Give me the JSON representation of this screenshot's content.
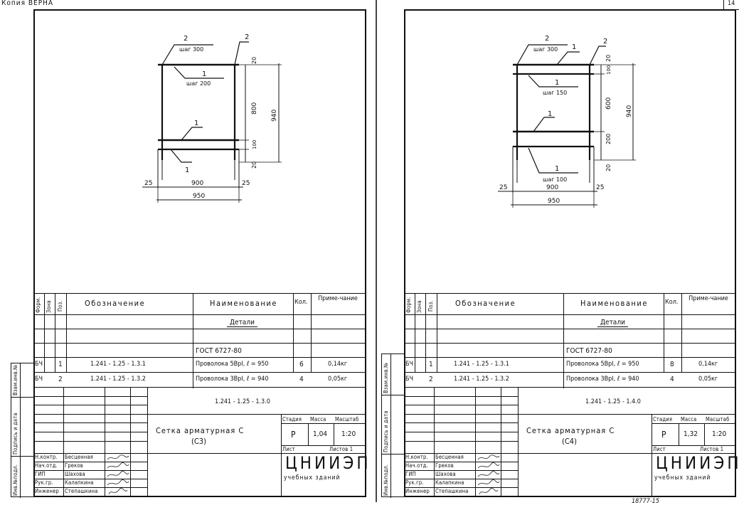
{
  "stamp": "Копия ВЕРНА",
  "page_number": "14",
  "sheets": [
    {
      "id": "c3",
      "drawing": {
        "labels": {
          "top_left_pos": "2",
          "top_left_step": "шаг 300",
          "top_right_pos": "2",
          "mid_pos": "1",
          "mid_step": "шаг 200",
          "lower_pos": "1",
          "bottom_pos": "1"
        },
        "dims": {
          "right_top": "20",
          "right_mid": "800",
          "right_small": "100",
          "right_bottom": "20",
          "right_total": "940",
          "left_margin": "25",
          "inner_width": "900",
          "right_margin": "25",
          "total_width": "950"
        }
      },
      "spec": {
        "headers": {
          "form": "Форм.",
          "zone": "Зона",
          "pos": "Поз.",
          "designation": "Обозначение",
          "name": "Наименование",
          "qty": "Кол.",
          "note": "Приме-чание"
        },
        "section": "Детали",
        "standard": "ГОСТ 6727-80",
        "rows": [
          {
            "form": "БЧ",
            "pos": "1",
            "designation": "1.241 - 1.25 - 1.3.1",
            "name": "Проволока 5ВрI, ℓ = 950",
            "qty": "6",
            "note": "0,14кг"
          },
          {
            "form": "БЧ",
            "pos": "2",
            "designation": "1.241 - 1.25 - 1.3.2",
            "name": "Проволока 3ВрI, ℓ = 940",
            "qty": "4",
            "note": "0,05кг"
          }
        ]
      },
      "title_block": {
        "code": "1.241 - 1.25 - 1.3.0",
        "title_line1": "Сетка арматурная С",
        "title_line2": "(С3)",
        "stage_label": "Стадия",
        "mass_label": "Масса",
        "scale_label": "Масштаб",
        "stage": "Р",
        "mass": "1,04",
        "scale": "1:20",
        "sheet_label": "Лист",
        "sheets_label": "Листов 1",
        "org": "ЦНИИЭП",
        "org_sub": "учебных зданий",
        "staff": [
          {
            "role": "Н.контр.",
            "name": "Бесценная"
          },
          {
            "role": "Нач.отд.",
            "name": "Греков"
          },
          {
            "role": "ГИП",
            "name": "Шахова"
          },
          {
            "role": "Рук.гр.",
            "name": "Калапкина"
          },
          {
            "role": "Инженер",
            "name": "Степашкина"
          }
        ]
      },
      "side_labels": {
        "inv_sub": "Взам.инв.№",
        "sign_date": "Подпись и дата",
        "inv_orig": "Инв.№подл."
      }
    },
    {
      "id": "c4",
      "drawing": {
        "labels": {
          "top_left_pos": "2",
          "top_left_step": "шаг 300",
          "top_mid_pos": "1",
          "top_right_pos": "2",
          "mid_pos": "1",
          "mid_step": "шаг 150",
          "lower_pos": "1",
          "bottom_pos": "1",
          "bottom_step": "шаг 100"
        },
        "dims": {
          "right_top": "20",
          "right_small": "100",
          "right_mid": "600",
          "right_lower": "200",
          "right_bottom": "20",
          "right_total": "940",
          "left_margin": "25",
          "inner_width": "900",
          "right_margin": "25",
          "total_width": "950"
        }
      },
      "spec": {
        "headers": {
          "form": "Форм.",
          "zone": "Зона",
          "pos": "Поз.",
          "designation": "Обозначение",
          "name": "Наименование",
          "qty": "Кол.",
          "note": "Приме-чание"
        },
        "section": "Детали",
        "standard": "ГОСТ 6727-80",
        "rows": [
          {
            "form": "БЧ",
            "pos": "1",
            "designation": "1.241 - 1.25 - 1.3.1",
            "name": "Проволока 5ВрI, ℓ = 950",
            "qty": "8",
            "note": "0,14кг"
          },
          {
            "form": "БЧ",
            "pos": "2",
            "designation": "1.241 - 1.25 - 1.3.2",
            "name": "Проволока 3ВрI, ℓ = 940",
            "qty": "4",
            "note": "0,05кг"
          }
        ]
      },
      "title_block": {
        "code": "1.241 - 1.25 - 1.4.0",
        "title_line1": "Сетка арматурная С",
        "title_line2": "(С4)",
        "stage_label": "Стадия",
        "mass_label": "Масса",
        "scale_label": "Масштаб",
        "stage": "Р",
        "mass": "1,32",
        "scale": "1:20",
        "sheet_label": "Лист",
        "sheets_label": "Листов 1",
        "org": "ЦНИИЭП",
        "org_sub": "учебных зданий",
        "staff": [
          {
            "role": "Н.контр.",
            "name": "Бесценная"
          },
          {
            "role": "Нач.отд.",
            "name": "Греков"
          },
          {
            "role": "ГИП",
            "name": "Шахова"
          },
          {
            "role": "Рук.гр.",
            "name": "Калапкина"
          },
          {
            "role": "Инженер",
            "name": "Степашкина"
          }
        ]
      },
      "side_labels": {
        "inv_sub": "Взам.инв.№",
        "sign_date": "Подпись и дата",
        "inv_orig": "Инв.№подл."
      },
      "footer_note": "18777-15"
    }
  ]
}
